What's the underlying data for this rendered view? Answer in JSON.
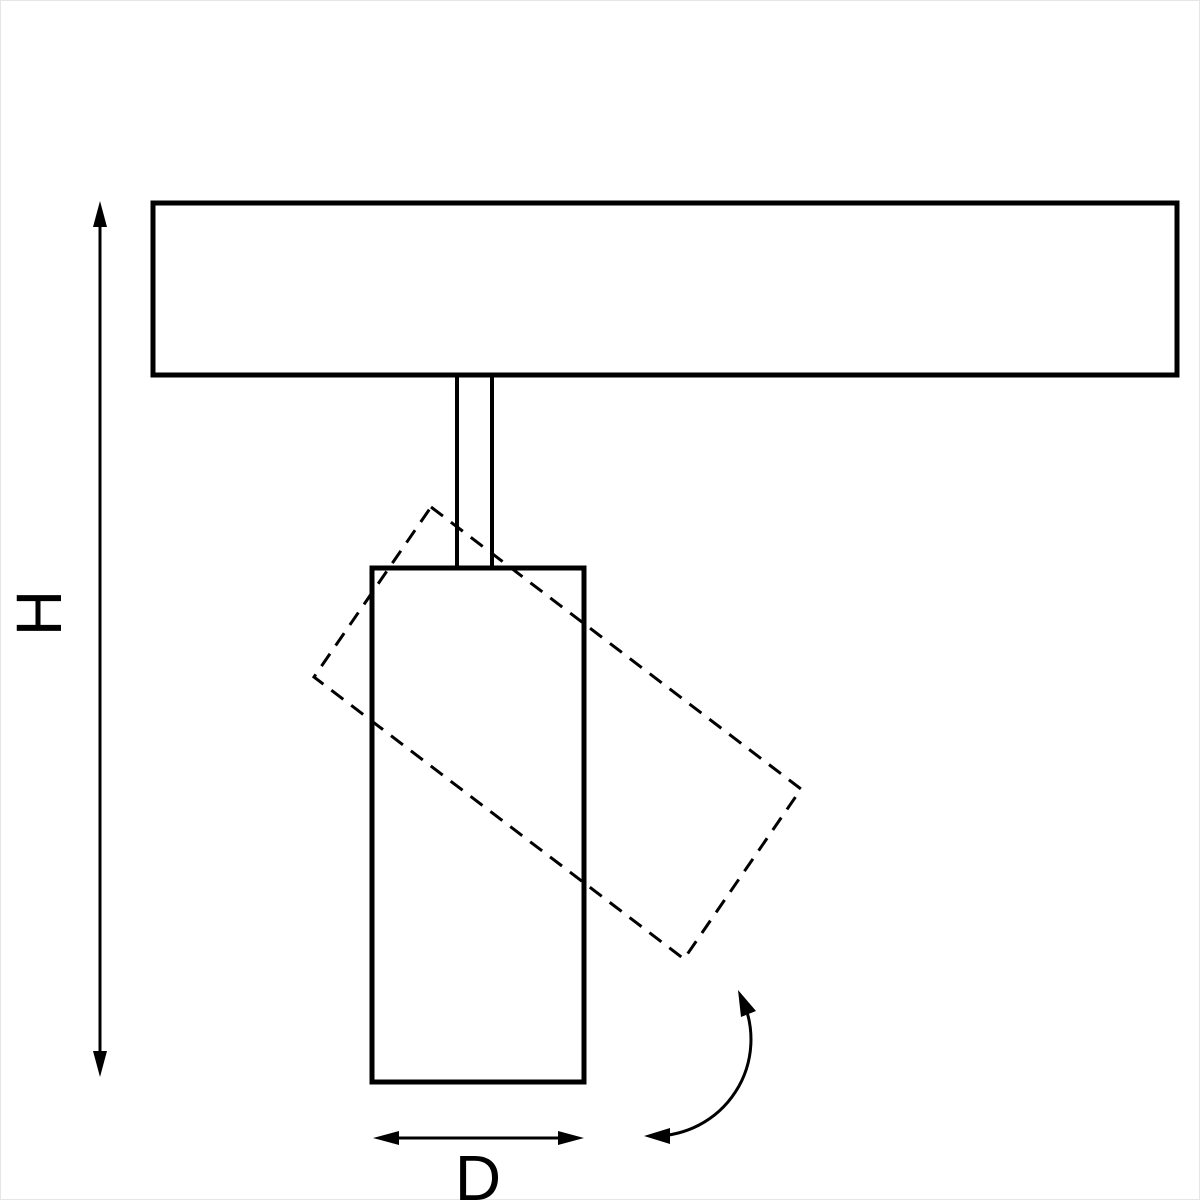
{
  "figure": {
    "kind": "technical line drawing",
    "subject": "track-mounted rotatable spotlight, side view",
    "labels": {
      "height": "H",
      "diameter": "D"
    },
    "colors": {
      "line": "#000000",
      "background": "#ffffff"
    },
    "linework": {
      "solid": [
        "track rail",
        "mounting stem",
        "spotlight body"
      ],
      "dashed": [
        "rotated spotlight body (alternate tilted position)"
      ],
      "arrows": [
        "height dimension H",
        "diameter dimension D",
        "rotation direction arc"
      ]
    }
  }
}
